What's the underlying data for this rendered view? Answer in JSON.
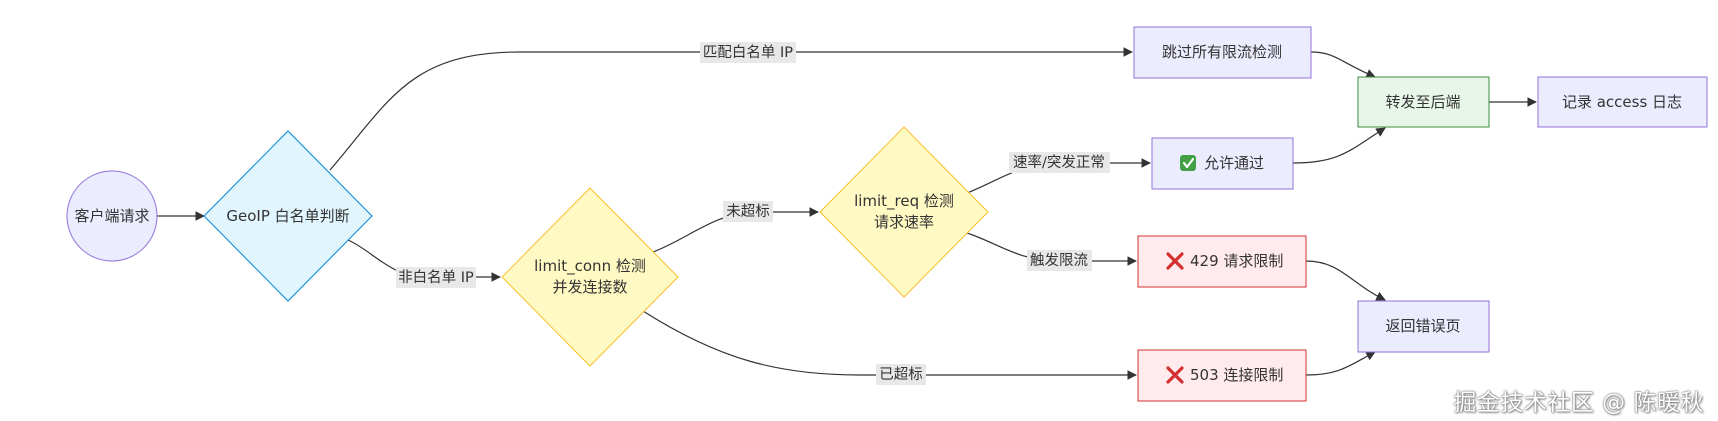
{
  "nodes": {
    "client": "客户端请求",
    "geoip": "GeoIP 白名单判断",
    "skip": "跳过所有限流检测",
    "forward": "转发至后端",
    "log": "记录 access 日志",
    "limit_conn_line1": "limit_conn 检测",
    "limit_conn_line2": "并发连接数",
    "limit_req_line1": "limit_req 检测",
    "limit_req_line2": "请求速率",
    "allow": "允许通过",
    "req429": "429 请求限制",
    "conn503": "503 连接限制",
    "error_page": "返回错误页"
  },
  "edges": {
    "whitelist": "匹配白名单 IP",
    "non_whitelist": "非白名单 IP",
    "conn_ok": "未超标",
    "conn_exceeded": "已超标",
    "rate_ok": "速率/突发正常",
    "rate_limited": "触发限流"
  },
  "watermark": "掘金技术社区 @ 陈暖秋",
  "colors": {
    "purple_fill": "#ECECFF",
    "purple_stroke": "#9370DB",
    "blue_fill": "#E1F5FE",
    "blue_stroke": "#0288D1",
    "yellow_fill": "#FFF9C4",
    "yellow_stroke": "#FBC02D",
    "green_fill": "#E8F5E9",
    "green_stroke": "#388E3C",
    "red_fill": "#FFEBEE",
    "red_stroke": "#D32F2F"
  },
  "icons": {
    "allow": "check-mark-icon",
    "reject": "cross-mark-icon"
  }
}
